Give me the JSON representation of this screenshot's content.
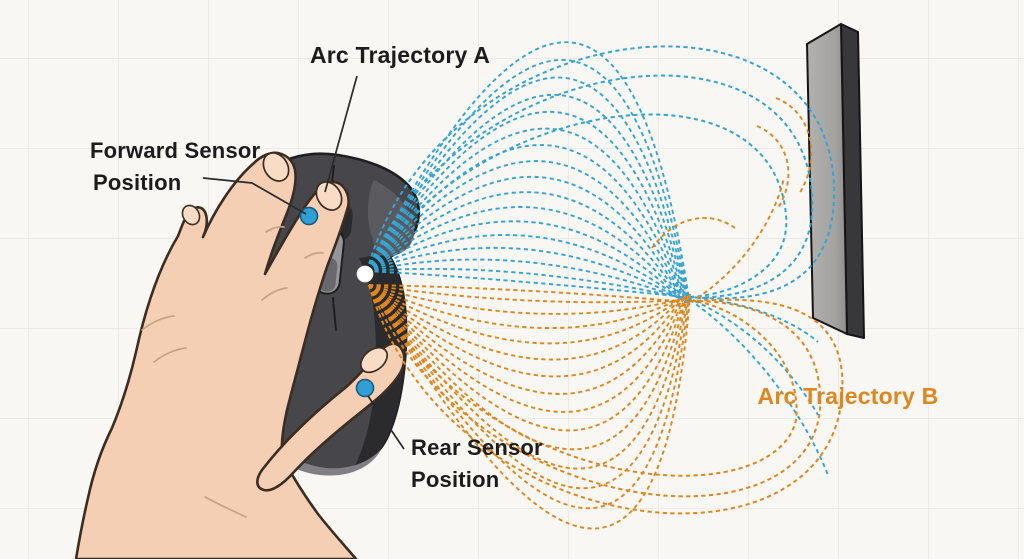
{
  "labels": {
    "arc_a": "Arc Trajectory A",
    "forward_line1": "Forward Sensor",
    "forward_line2": "Position",
    "rear_line1": "Rear Sensor",
    "rear_line2": "Position",
    "arc_b": "Arc Trajectory B"
  },
  "colors": {
    "background": "#f8f7f3",
    "grid_line": "#e9e7e1",
    "label_text": "#1c1c1e",
    "arc_a_blue": "#35a4d4",
    "arc_b_orange": "#e0861f",
    "sensor_dot_blue": "#2f9fd6",
    "sensor_dot_edge": "#1b5a7a",
    "pivot_dot_white": "#ffffff",
    "skin": "#f4cfb3",
    "nail": "#f8dcc5",
    "mouse_body": "#47474b",
    "mouse_dark_side": "#2b2b2e",
    "mouse_light_bottom": "#7f7f84",
    "mouse_panel": "#5a5a5f",
    "wheel": "#95959a",
    "monitor_face": "#a8a7a4",
    "monitor_edge": "#38383b"
  },
  "diagram": {
    "type": "mouse-sensor-arc-trajectory-illustration",
    "elements": [
      {
        "name": "forward-sensor-dot",
        "kind": "marker",
        "color": "blue"
      },
      {
        "name": "rear-sensor-dot",
        "kind": "marker",
        "color": "blue"
      },
      {
        "name": "pivot-point-dot",
        "kind": "marker",
        "color": "white"
      },
      {
        "name": "arc-trajectory-a",
        "kind": "dashed-arc-fan",
        "color": "blue",
        "direction": "upper"
      },
      {
        "name": "arc-trajectory-b",
        "kind": "dashed-arc-fan",
        "color": "orange",
        "direction": "lower"
      },
      {
        "name": "hand-on-mouse",
        "kind": "illustration"
      },
      {
        "name": "monitor-panel",
        "kind": "illustration"
      }
    ]
  }
}
